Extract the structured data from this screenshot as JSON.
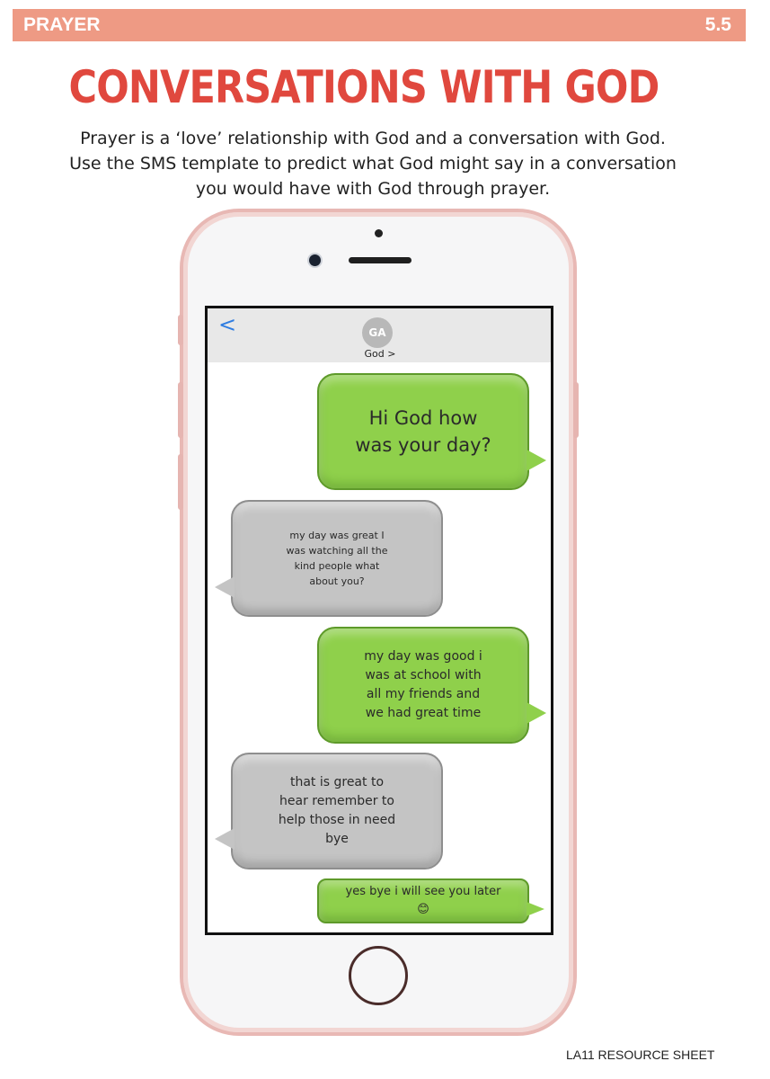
{
  "banner": {
    "left": "PRAYER",
    "right": "5.5"
  },
  "title": "CONVERSATIONS WITH GOD",
  "intro": {
    "lines": [
      "Prayer is a ‘love’ relationship with God and a conversation with God.",
      "Use the SMS template to predict what God might say in a conversation",
      "you would have with God through prayer."
    ]
  },
  "phone": {
    "back_glyph": "<",
    "contact_initials": "GA",
    "contact_name": "God >",
    "messages": [
      {
        "from": "me",
        "text": "Hi God how\nwas your day?"
      },
      {
        "from": "god",
        "text": "my day was great I\nwas watching all the\nkind people what\nabout you?"
      },
      {
        "from": "me",
        "text": "my day was good i\nwas at school with\nall my friends and\nwe had great time"
      },
      {
        "from": "god",
        "text": "that is great to\nhear remember to\nhelp those in need\nbye"
      },
      {
        "from": "me",
        "text": "yes bye i will see you later\n😊"
      }
    ]
  },
  "footer": "LA11 RESOURCE SHEET",
  "colors": {
    "banner": "#ee9a84",
    "title": "#e0483e",
    "sent_bubble": "#8fd04b",
    "received_bubble": "#c4c4c4",
    "phone_frame": "#e8b8b4"
  }
}
